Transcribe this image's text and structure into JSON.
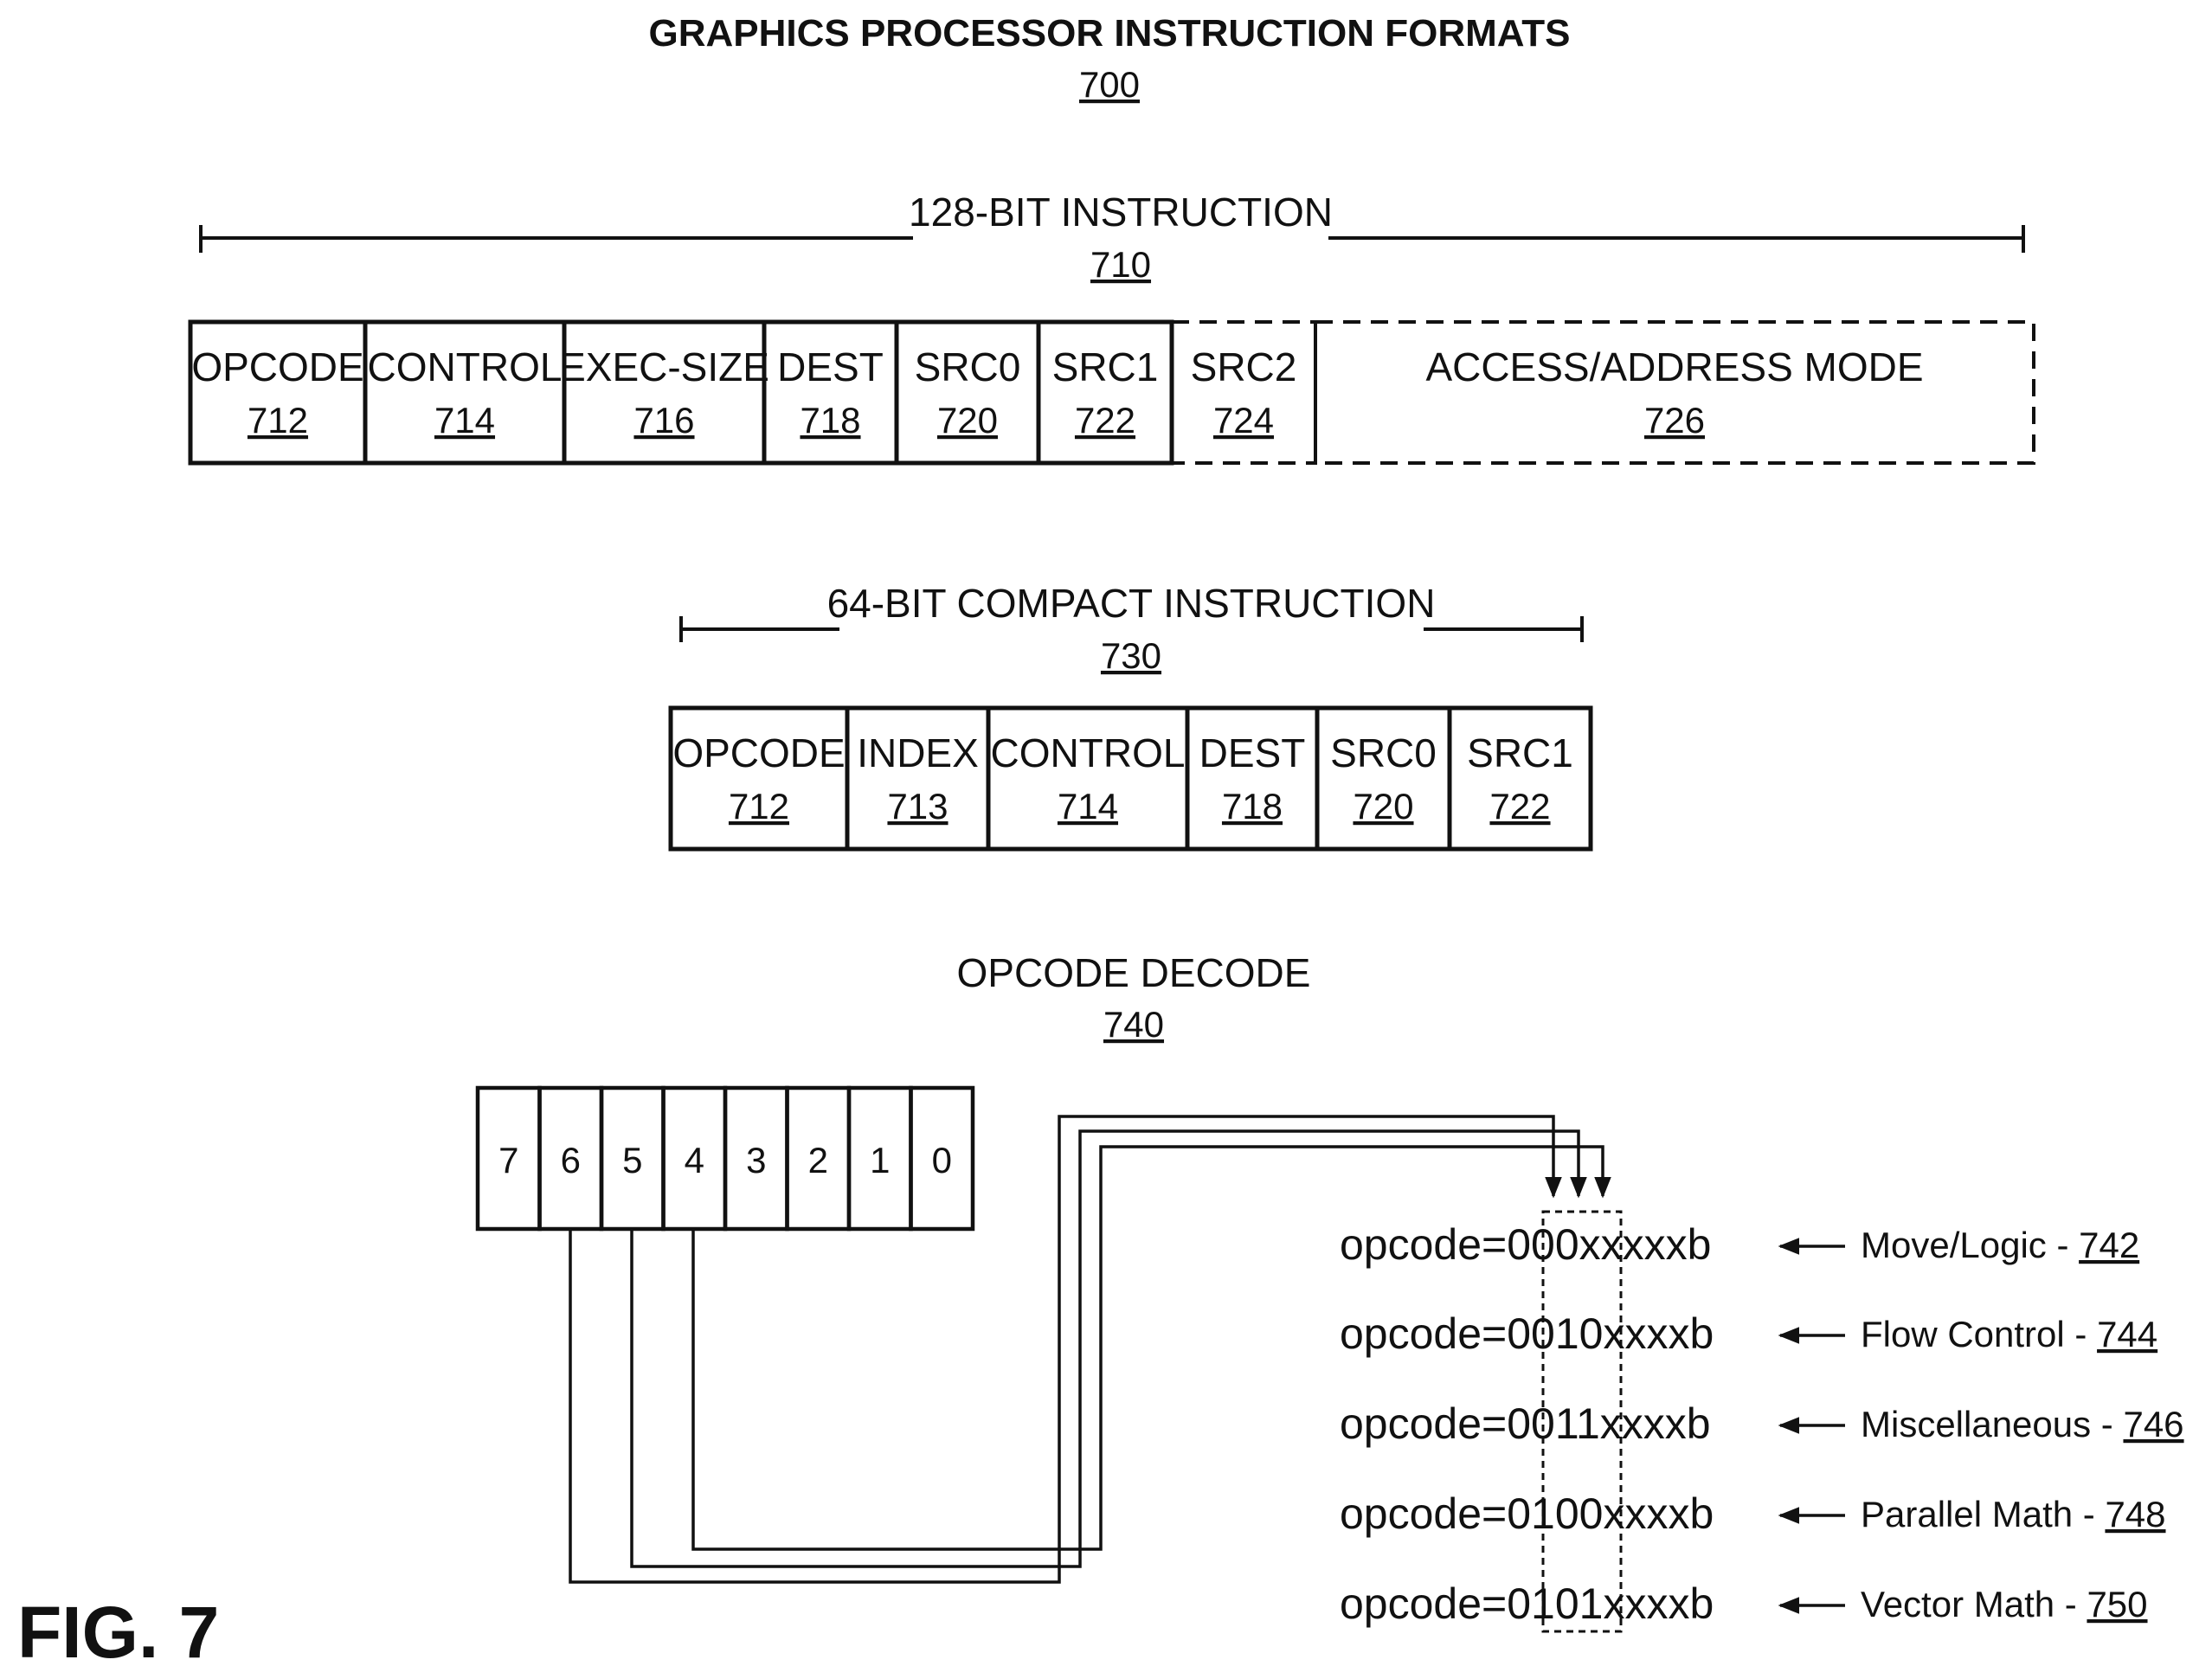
{
  "title": "GRAPHICS PROCESSOR INSTRUCTION FORMATS",
  "title_ref": "700",
  "instr128": {
    "label": "128-BIT INSTRUCTION",
    "ref": "710",
    "fields": [
      {
        "name": "OPCODE",
        "ref": "712",
        "dashed": false
      },
      {
        "name": "CONTROL",
        "ref": "714",
        "dashed": false
      },
      {
        "name": "EXEC-SIZE",
        "ref": "716",
        "dashed": false
      },
      {
        "name": "DEST",
        "ref": "718",
        "dashed": false
      },
      {
        "name": "SRC0",
        "ref": "720",
        "dashed": false
      },
      {
        "name": "SRC1",
        "ref": "722",
        "dashed": false
      },
      {
        "name": "SRC2",
        "ref": "724",
        "dashed": true
      },
      {
        "name": "ACCESS/ADDRESS MODE",
        "ref": "726",
        "dashed": true
      }
    ]
  },
  "instr64": {
    "label": "64-BIT COMPACT INSTRUCTION",
    "ref": "730",
    "fields": [
      {
        "name": "OPCODE",
        "ref": "712"
      },
      {
        "name": "INDEX",
        "ref": "713"
      },
      {
        "name": "CONTROL",
        "ref": "714"
      },
      {
        "name": "DEST",
        "ref": "718"
      },
      {
        "name": "SRC0",
        "ref": "720"
      },
      {
        "name": "SRC1",
        "ref": "722"
      }
    ]
  },
  "decode": {
    "label": "OPCODE DECODE",
    "ref": "740",
    "bits": [
      "7",
      "6",
      "5",
      "4",
      "3",
      "2",
      "1",
      "0"
    ],
    "rows": [
      {
        "code": "opcode=000xxxxxb",
        "desc": "Move/Logic - ",
        "ref": "742"
      },
      {
        "code": "opcode=0010xxxxb",
        "desc": "Flow Control - ",
        "ref": "744"
      },
      {
        "code": "opcode=0011xxxxb",
        "desc": "Miscellaneous - ",
        "ref": "746"
      },
      {
        "code": "opcode=0100xxxxb",
        "desc": "Parallel Math - ",
        "ref": "748"
      },
      {
        "code": "opcode=0101xxxxb",
        "desc": "Vector Math - ",
        "ref": "750"
      }
    ]
  },
  "figure_label": "FIG. 7"
}
